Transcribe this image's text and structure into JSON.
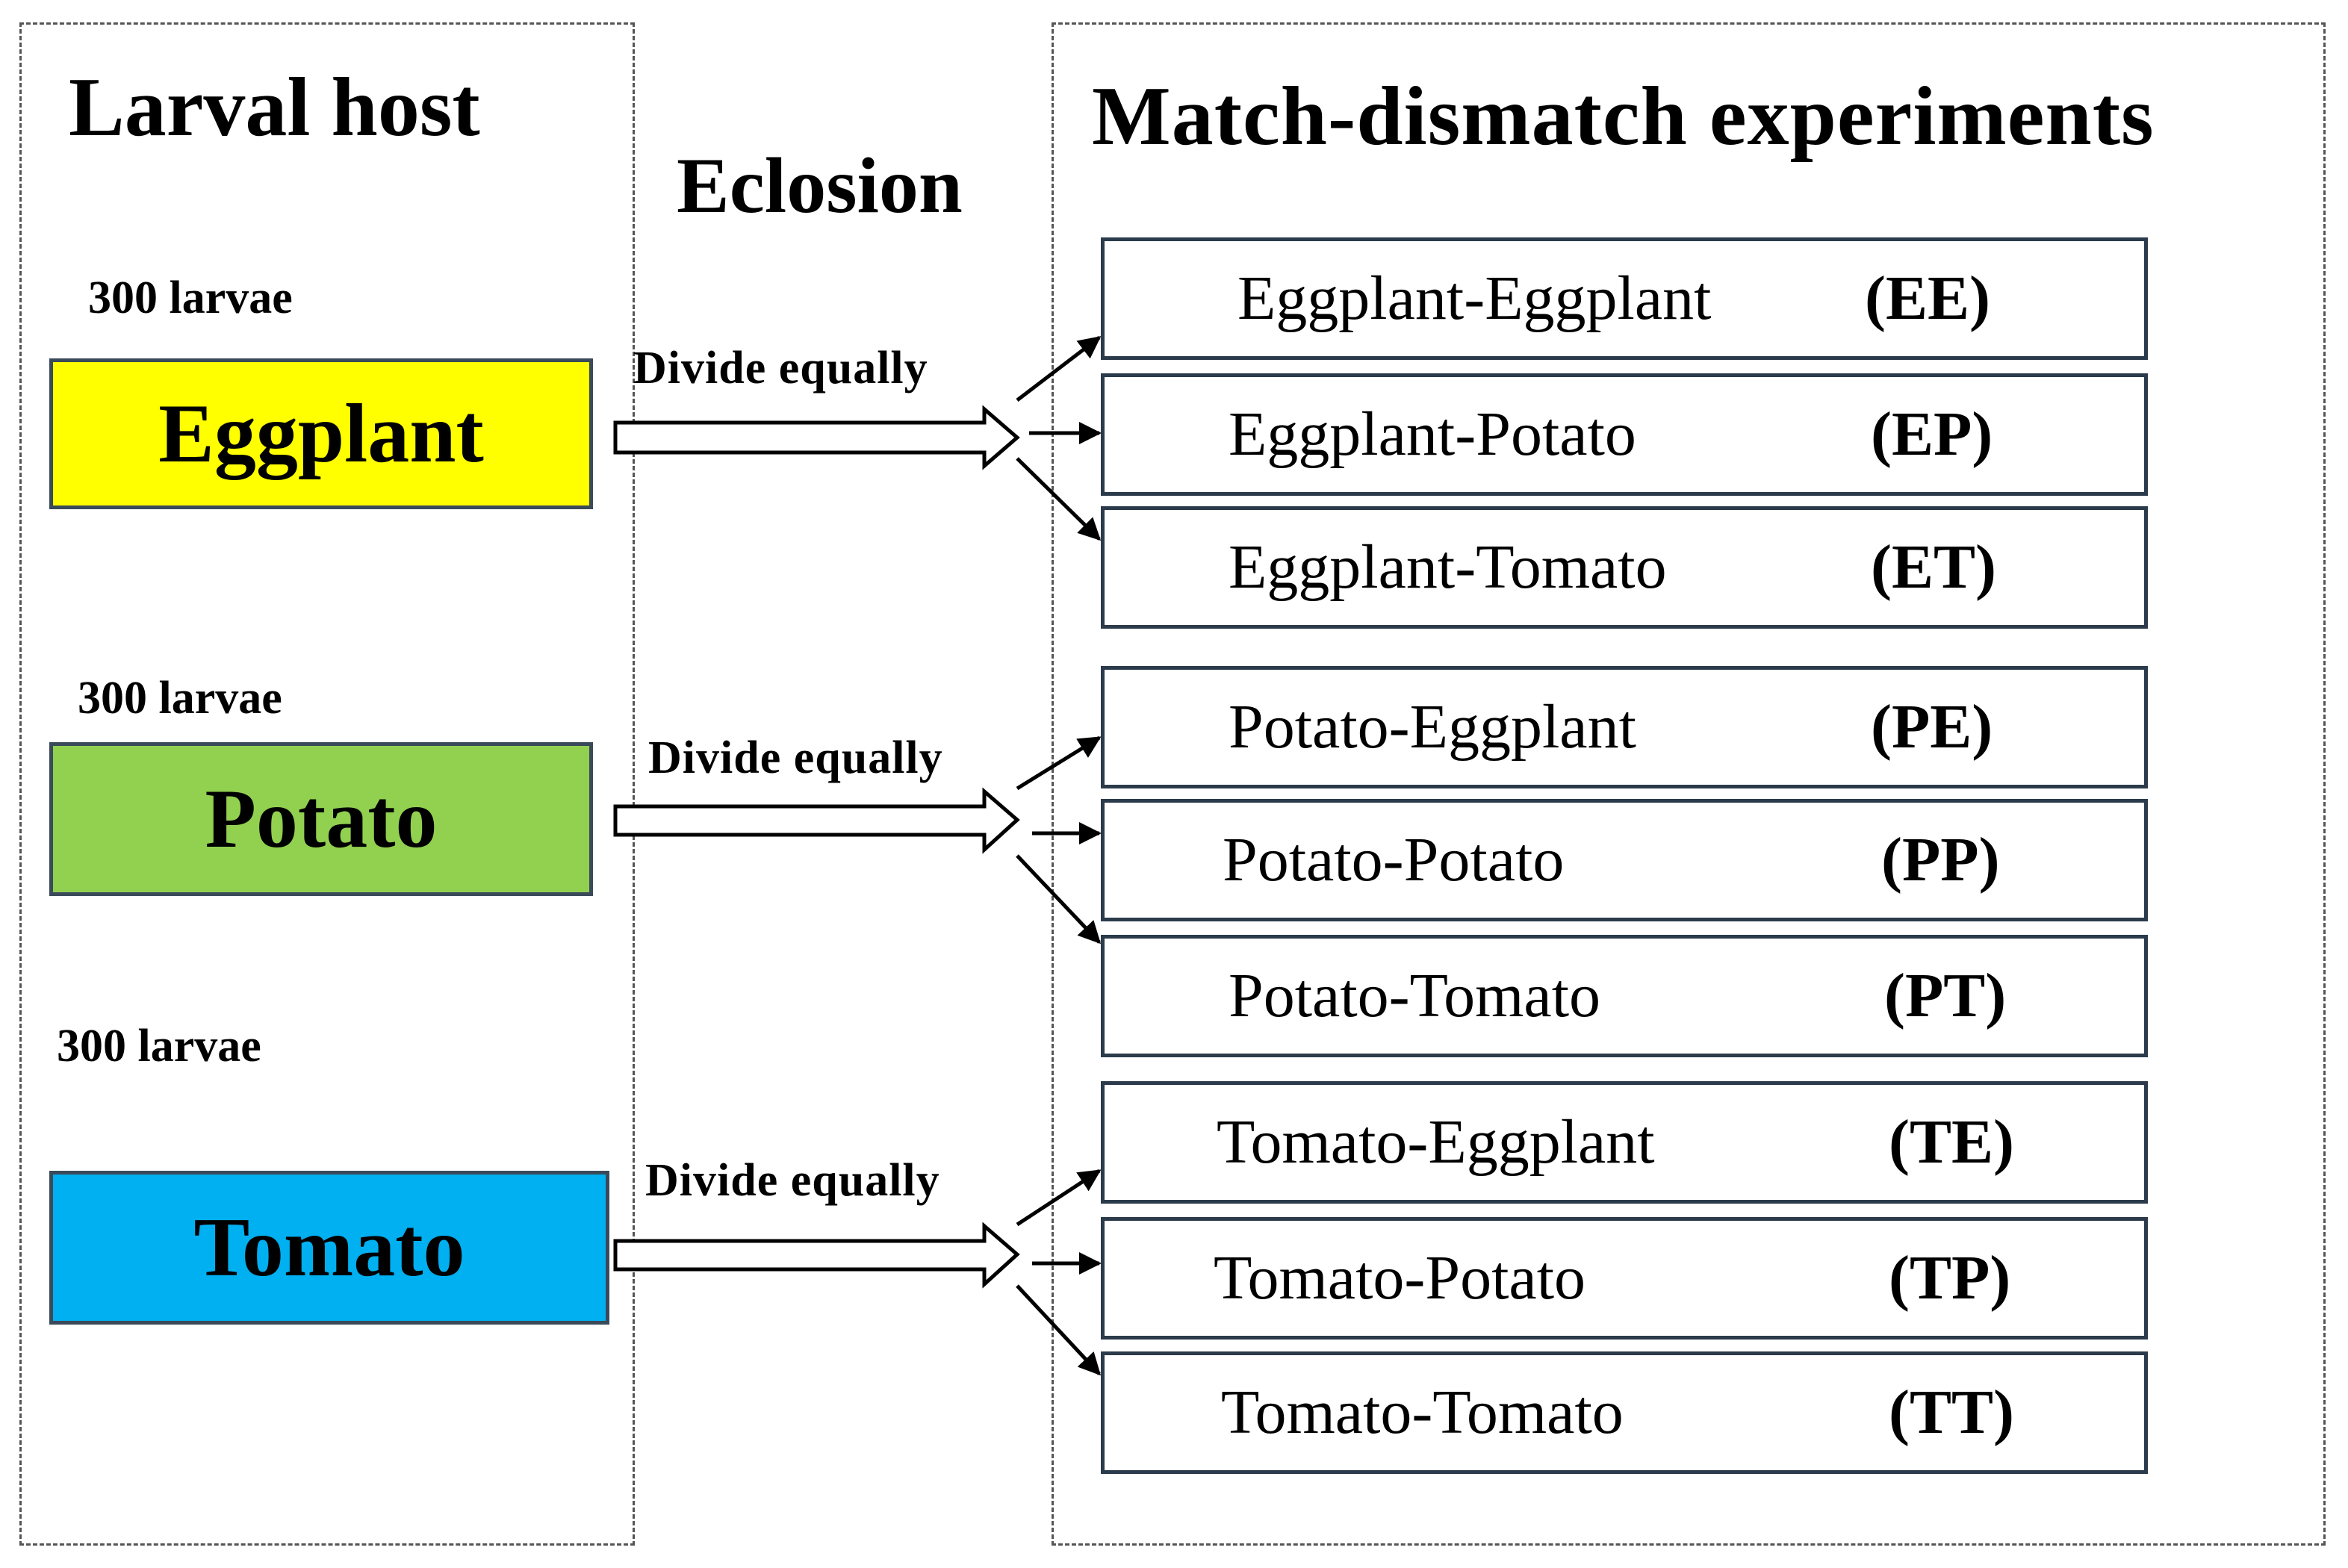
{
  "headings": {
    "larval_host": "Larval host",
    "eclosion": "Eclosion",
    "experiments": "Match-dismatch experiments"
  },
  "hosts": [
    {
      "larvae": "300 larvae",
      "name": "Eggplant",
      "color": "#ffff00",
      "divide": "Divide equally"
    },
    {
      "larvae": "300 larvae",
      "name": "Potato",
      "color": "#92d050",
      "divide": "Divide equally"
    },
    {
      "larvae": "300 larvae",
      "name": "Tomato",
      "color": "#00b0f0",
      "divide": "Divide equally"
    }
  ],
  "experiments": [
    {
      "label": "Eggplant-Eggplant",
      "code": "(EE)"
    },
    {
      "label": "Eggplant-Potato",
      "code": "(EP)"
    },
    {
      "label": "Eggplant-Tomato",
      "code": "(ET)"
    },
    {
      "label": "Potato-Eggplant",
      "code": "(PE)"
    },
    {
      "label": "Potato-Potato",
      "code": "(PP)"
    },
    {
      "label": "Potato-Tomato",
      "code": "(PT)"
    },
    {
      "label": "Tomato-Eggplant",
      "code": "(TE)"
    },
    {
      "label": "Tomato-Potato",
      "code": "(TP)"
    },
    {
      "label": "Tomato-Tomato",
      "code": "(TT)"
    }
  ]
}
